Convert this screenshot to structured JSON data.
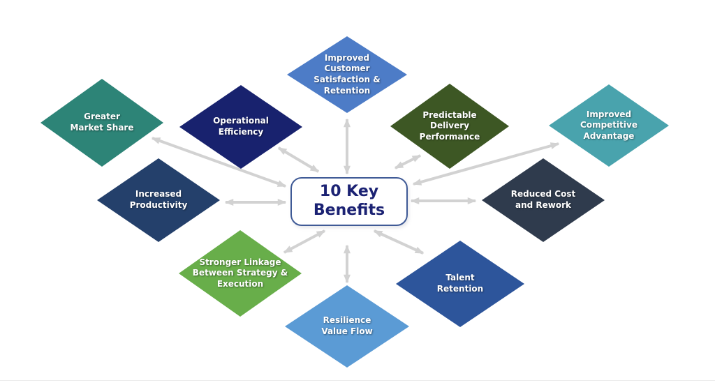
{
  "diagram": {
    "title": "10 Key Benefits",
    "center": {
      "label": "10 Key Benefits",
      "text_color": "#1b2273",
      "border_color": "#3f5a96",
      "background": "#ffffff"
    },
    "arrow_color": "#d2d2d2",
    "benefits": [
      {
        "id": "improved-customer-satisfaction-retention",
        "label": "Improved Customer Satisfaction & Retention",
        "color": "#4d7cc7"
      },
      {
        "id": "operational-efficiency",
        "label": "Operational Efficiency",
        "color": "#18226e"
      },
      {
        "id": "greater-market-share",
        "label": "Greater Market Share",
        "color": "#2d8477"
      },
      {
        "id": "predictable-delivery-performance",
        "label": "Predictable Delivery Performance",
        "color": "#3d5724"
      },
      {
        "id": "improved-competitive-advantage",
        "label": "Improved Competitive Advantage",
        "color": "#49a3ad"
      },
      {
        "id": "increased-productivity",
        "label": "Increased Productivity",
        "color": "#24406b"
      },
      {
        "id": "reduced-cost-and-rework",
        "label": "Reduced Cost and Rework",
        "color": "#2f3b4d"
      },
      {
        "id": "stronger-linkage-between-strategy-execution",
        "label": "Stronger Linkage Between Strategy & Execution",
        "color": "#68ae4a"
      },
      {
        "id": "talent-retention",
        "label": "Talent Retention",
        "color": "#2d559b"
      },
      {
        "id": "resilience-value-flow",
        "label": "Resilience Value Flow",
        "color": "#5b9bd5"
      }
    ]
  }
}
